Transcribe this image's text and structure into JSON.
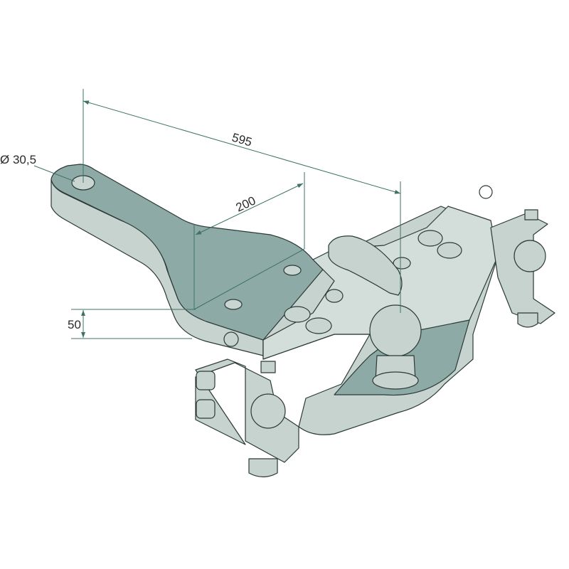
{
  "drawing": {
    "title": "Towing hitch with drawbar – dimensioned drawing",
    "dimensions": {
      "hole_diameter": "Ø 30,5",
      "overall_length": "595",
      "plate_length": "200",
      "height": "50"
    },
    "colors": {
      "top_face": "#8eaaa6",
      "side_face": "#c7d3cf",
      "dimension_line": "#3e7266",
      "outline": "#2b3a36"
    }
  }
}
